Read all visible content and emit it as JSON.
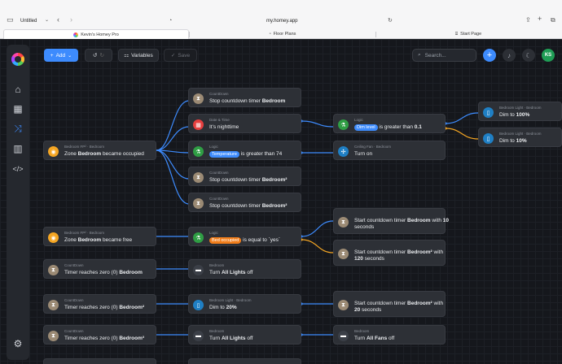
{
  "browser": {
    "window_title": "Untitled",
    "address": "my.homey.app",
    "tabs": [
      "Kevin's Homey Pro",
      "Floor Plans",
      "Start Page"
    ]
  },
  "toolbar": {
    "add_label": "Add",
    "variables_label": "Variables",
    "save_label": "Save",
    "search_placeholder": "Search...",
    "user_initials": "KS"
  },
  "colors": {
    "accent": "#3d8bfd",
    "wire_blue": "#3d8bfd",
    "wire_orange": "#f5a623"
  },
  "cards": [
    {
      "id": "c1",
      "sub": "CountDown",
      "pre": "Stop countdown timer ",
      "bold": "Bedroom",
      "post": ""
    },
    {
      "id": "c2",
      "sub": "Date & Time",
      "pre": "It's nighttime",
      "bold": "",
      "post": ""
    },
    {
      "id": "c3",
      "sub": "Logic",
      "pill": "Temperature",
      "post": " is greater than 74"
    },
    {
      "id": "c4",
      "sub": "CountDown",
      "pre": "Stop countdown timer ",
      "bold": "Bedroom²",
      "post": ""
    },
    {
      "id": "c5",
      "sub": "CountDown",
      "pre": "Stop countdown timer ",
      "bold": "Bedroom²",
      "post": ""
    },
    {
      "id": "c6",
      "sub": "Bedroom FP² · Bedroom",
      "pre": "Zone ",
      "bold": "Bedroom",
      "post": " became occupied"
    },
    {
      "id": "c7",
      "sub": "Logic",
      "pill": "Dim level",
      "post": " is greater than ",
      "bold2": "0.1"
    },
    {
      "id": "c8",
      "sub": "Ceiling Fan · Bedroom",
      "pre": "Turn on",
      "bold": "",
      "post": ""
    },
    {
      "id": "c9",
      "sub": "Bedroom Light · Bedroom",
      "pre": "Dim to ",
      "bold": "100%",
      "post": ""
    },
    {
      "id": "c10",
      "sub": "Bedroom Light · Bedroom",
      "pre": "Dim to ",
      "bold": "10%",
      "post": ""
    },
    {
      "id": "c11",
      "sub": "Bedroom FP² · Bedroom",
      "pre": "Zone ",
      "bold": "Bedroom",
      "post": " became free"
    },
    {
      "id": "c12",
      "sub": "Logic",
      "pill": "Bed occupied",
      "post": " is equal to `yes`"
    },
    {
      "id": "c13",
      "sub": "CountDown",
      "pre": "Start countdown timer ",
      "bold": "Bedroom",
      "post": " with ",
      "bold2": "10",
      "post2": " seconds"
    },
    {
      "id": "c14",
      "sub": "CountDown",
      "pre": "Start countdown timer ",
      "bold": "Bedroom²",
      "post": " with ",
      "bold2": "120",
      "post2": " seconds"
    },
    {
      "id": "c15",
      "sub": "CountDown",
      "pre": "Timer reaches zero (0) ",
      "bold": "Bedroom",
      "post": ""
    },
    {
      "id": "c16",
      "sub": "Bedroom",
      "pre": "Turn ",
      "bold": "All Lights",
      "post": " off"
    },
    {
      "id": "c17",
      "sub": "CountDown",
      "pre": "Timer reaches zero (0) ",
      "bold": "Bedroom²",
      "post": ""
    },
    {
      "id": "c18",
      "sub": "Bedroom Light · Bedroom",
      "pre": "Dim to ",
      "bold": "20%",
      "post": ""
    },
    {
      "id": "c19",
      "sub": "CountDown",
      "pre": "Start countdown timer ",
      "bold": "Bedroom²",
      "post": " with ",
      "bold2": "20",
      "post2": " seconds"
    },
    {
      "id": "c20",
      "sub": "CountDown",
      "pre": "Timer reaches zero (0) ",
      "bold": "Bedroom³",
      "post": ""
    },
    {
      "id": "c21",
      "sub": "Bedroom",
      "pre": "Turn ",
      "bold": "All Lights",
      "post": " off"
    },
    {
      "id": "c22",
      "sub": "Bedroom",
      "pre": "Turn ",
      "bold": "All Fans",
      "post": " off"
    }
  ]
}
